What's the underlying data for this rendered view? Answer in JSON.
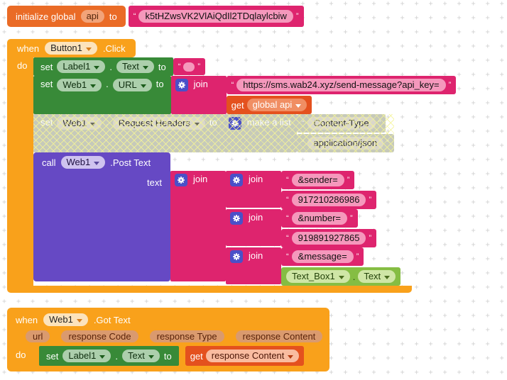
{
  "ui": {
    "qo": "“",
    "qc": "”"
  },
  "labels": {
    "when": "when",
    "do": "do",
    "set": "set",
    "to": "to",
    "dot": ".",
    "call": "call",
    "get": "get",
    "join": "join",
    "make_a_list": "make a list",
    "initialize_global": "initialize global",
    "text_param": "text"
  },
  "colors": {
    "event_gold": "#f9a11b",
    "variable_orange": "#ea6b26",
    "text_magenta": "#de246e",
    "setter_green": "#388a38",
    "component_lime": "#85bd43",
    "procedure_purple": "#6649c4",
    "getter_red_orange": "#e4511e",
    "disabled_gray": "#c6c9bb",
    "grid_plus": "#d2d2d2"
  },
  "init_block": {
    "var_name": "api",
    "value": "k5tHZwsVK2VlAiQdIl2TDqlaylcbiw"
  },
  "button_click": {
    "component": "Button1",
    "event": ".Click",
    "set_label": {
      "component": "Label1",
      "prop": "Text"
    },
    "set_url": {
      "component": "Web1",
      "prop": "URL",
      "url": "https://sms.wab24.xyz/send-message?api_key=",
      "get_var": "global api"
    },
    "set_headers": {
      "component": "Web1",
      "prop": "Request Headers",
      "items": [
        "Content-Type",
        "application/json"
      ]
    },
    "post": {
      "component": "Web1",
      "method": ".Post Text",
      "pairs": [
        {
          "key": "&sender=",
          "value": "917210286986"
        },
        {
          "key": "&number=",
          "value": "919891927865"
        }
      ],
      "message_key": "&message=",
      "getter": {
        "component": "Text_Box1",
        "prop": "Text"
      }
    }
  },
  "got_text": {
    "component": "Web1",
    "event": ".Got Text",
    "params": [
      "url",
      "response Code",
      "response Type",
      "response Content"
    ],
    "set_label": {
      "component": "Label1",
      "prop": "Text"
    },
    "get_var": "response Content"
  }
}
